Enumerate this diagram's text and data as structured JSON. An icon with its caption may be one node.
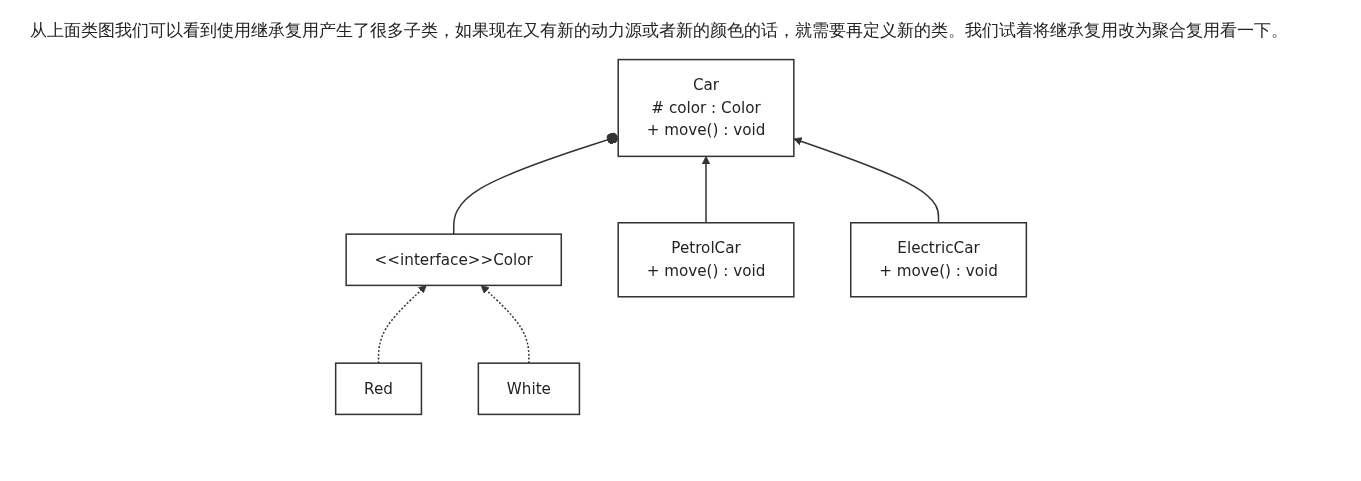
{
  "diagram": {
    "nodes": [
      {
        "text": [
          "Car",
          "# color : Color",
          "+ move() : void"
        ]
      },
      {
        "text": [
          "<<interface>>Color"
        ]
      },
      {
        "text": [
          "PetrolCar",
          "+ move() : void"
        ]
      },
      {
        "text": [
          "ElectricCar",
          "+ move() : void"
        ]
      },
      {
        "text": [
          "Red"
        ]
      },
      {
        "text": [
          "White"
        ]
      }
    ],
    "edges": [
      {
        "from": 1,
        "to": 0,
        "arrow": "other"
      },
      {
        "from": 2,
        "to": 0,
        "arrow": "to"
      },
      {
        "from": 3,
        "to": 0,
        "arrow": "to"
      },
      {
        "from": 4,
        "to": 1,
        "arrow": "to",
        "style": "dashed"
      },
      {
        "from": 5,
        "to": 1,
        "arrow": "to",
        "style": "dashed"
      }
    ],
    "labels": [
      "从上面类图我们可以看到使用继承复用产生了很多子类，如果现在又有新的动力源或者新的颜色的话，就需要再定义新的类。我们试着将继承复用改为聚合复用看一下。"
    ]
  }
}
